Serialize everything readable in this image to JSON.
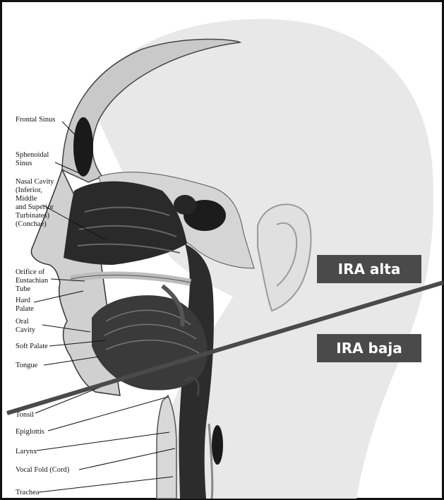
{
  "labels": {
    "frontal_sinus": "Frontal Sinus",
    "sphenoidal_sinus_1": "Sphenoidal",
    "sphenoidal_sinus_2": "Sinus",
    "nasal_cavity_1": "Nasal Cavity",
    "nasal_cavity_2": "(Inferior,",
    "nasal_cavity_3": "Middle",
    "nasal_cavity_4": "and Superior",
    "nasal_cavity_5": "Turbinates)",
    "nasal_cavity_6": "(Conchae)",
    "orifice_1": "Orifice of",
    "orifice_2": "Eustachian",
    "orifice_3": "Tube",
    "hard_palate_1": "Hard",
    "hard_palate_2": "Palate",
    "oral_cavity_1": "Oral",
    "oral_cavity_2": "Cavity",
    "soft_palate": "Soft Palate",
    "tongue": "Tongue",
    "tonsil": "Tonsil",
    "epiglottis": "Epiglottis",
    "larynx": "Larynx",
    "vocal_fold": "Vocal Fold (Cord)",
    "trachea": "Trachea"
  },
  "tags": {
    "upper": "IRA alta",
    "lower": "IRA baja"
  },
  "colors": {
    "divider_line": "#4a4a4a",
    "tag_background": "#4a4a4a",
    "tag_text": "#ffffff"
  }
}
